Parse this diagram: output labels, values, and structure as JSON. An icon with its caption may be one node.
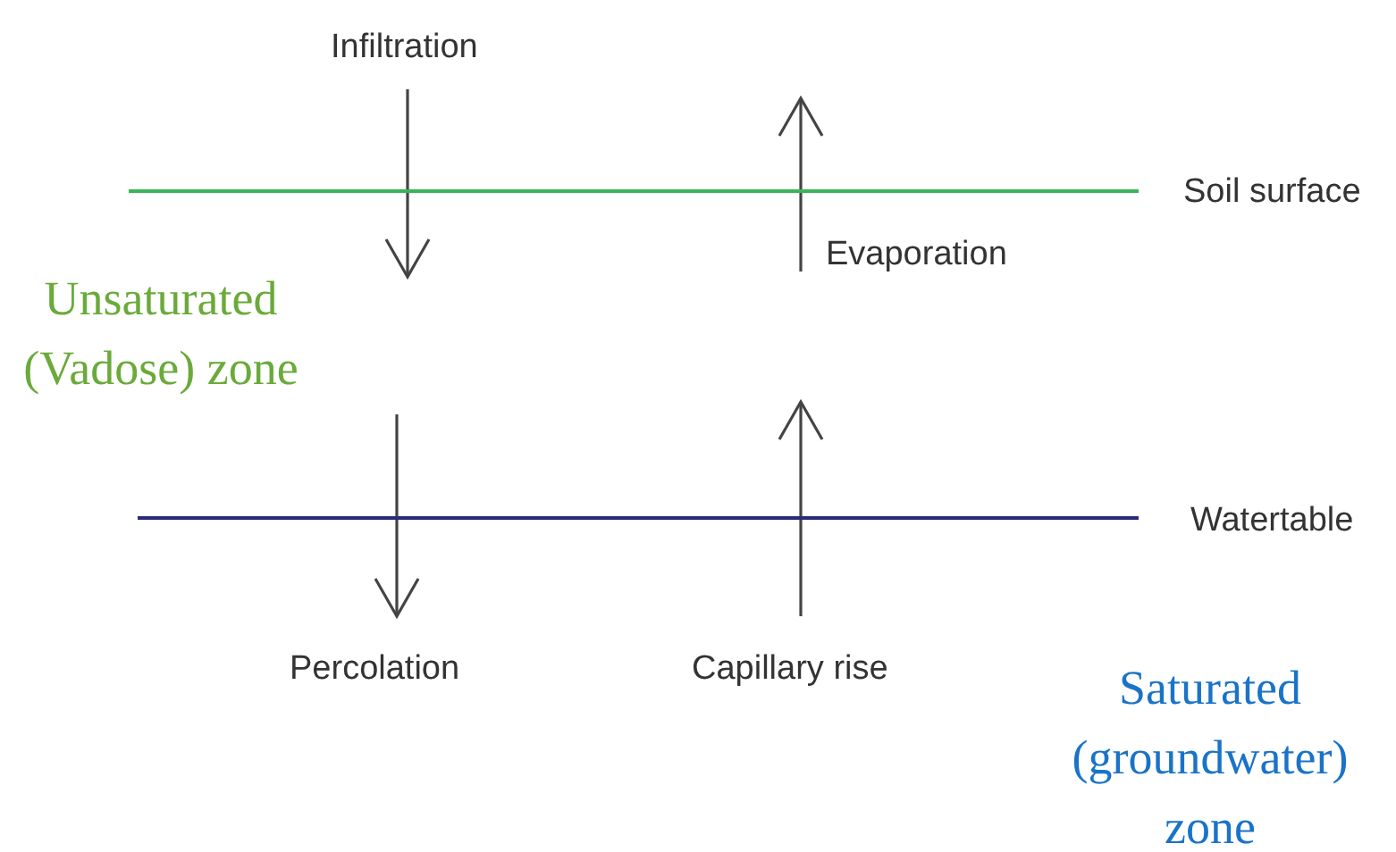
{
  "diagram": {
    "labels": [
      "Infiltration",
      "Soil surface",
      "Evaporation",
      "Unsaturated (Vadose) zone",
      "Watertable",
      "Percolation",
      "Capillary rise",
      "Saturated (groundwater) zone"
    ]
  }
}
